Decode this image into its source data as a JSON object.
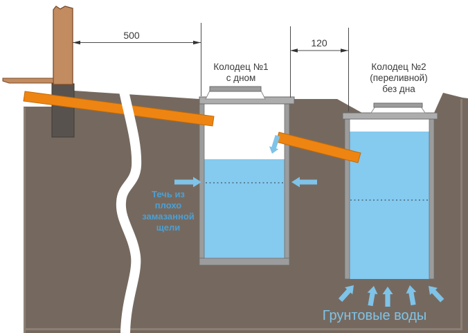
{
  "dimensions": {
    "house_to_well1": "500",
    "well1_to_well2": "120"
  },
  "wells": {
    "well1_label": [
      "Колодец №1",
      "с дном"
    ],
    "well2_label": [
      "Колодец №2",
      "(переливной)",
      "без дна"
    ]
  },
  "annotations": {
    "leak": [
      "Течь из",
      "плохо",
      "замазанной",
      "щели"
    ],
    "groundwater": "Грунтовые воды"
  },
  "colors": {
    "soil": "#75695F",
    "soil_edge": "#8C7F74",
    "water": "#85CAEF",
    "pipe": "#EE8512",
    "pipe_edge": "#C26A08",
    "wood": "#C28B60",
    "wood_edge": "#7B4B28",
    "foundation": "#58524E",
    "wall": "#9C9C9C",
    "collar": "#ADADAD",
    "arrow": "#7FC3E8",
    "leak_text": "#4BA0D5",
    "dim_text": "#3A3A3A"
  }
}
